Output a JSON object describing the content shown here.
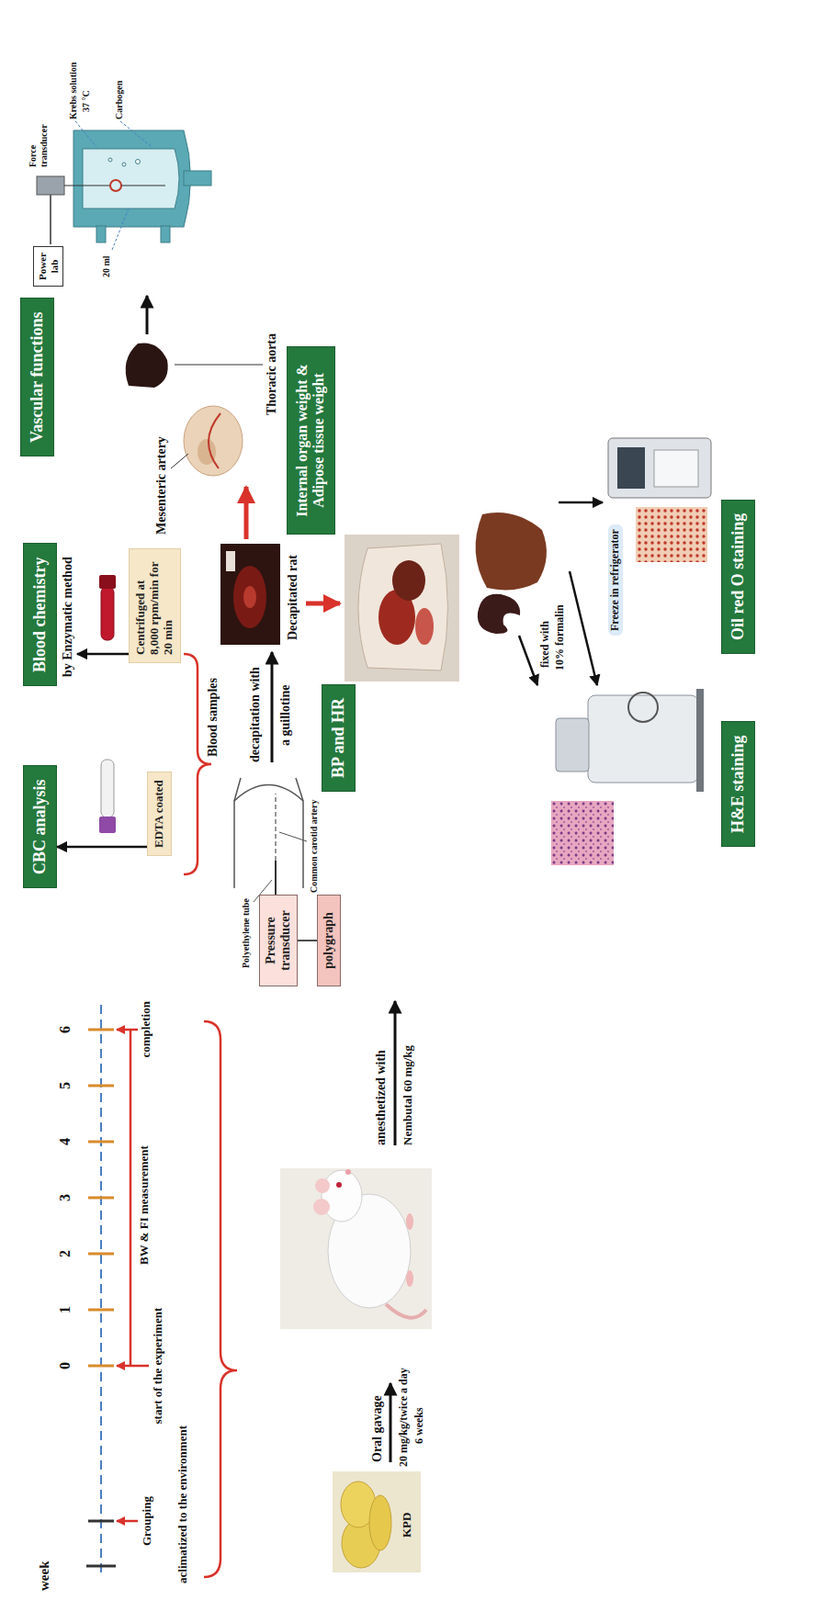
{
  "diagram": {
    "nodes": [
      {
        "text": [
          "CBC analysis"
        ]
      },
      {
        "text": [
          "Blood chemistry",
          "by Enzymatic method"
        ]
      },
      {
        "text": [
          "EDTA coated"
        ]
      },
      {
        "text": [
          "Centrifuged at 8,000 rpm/min for 20 min"
        ]
      },
      {
        "text": [
          "Pressure transducer"
        ]
      },
      {
        "text": [
          "polygraph"
        ]
      },
      {
        "text": [
          "BP and HR"
        ]
      },
      {
        "text": [
          "Vascular functions"
        ]
      },
      {
        "text": [
          "Power lab"
        ]
      },
      {
        "text": [
          "Internal organ weight & Adipose tissue weight"
        ]
      },
      {
        "text": [
          "H&E staining"
        ]
      },
      {
        "text": [
          "Oil red O staining"
        ]
      }
    ],
    "edges": [
      {
        "from": 2,
        "to": 0,
        "arrow": "to"
      },
      {
        "from": 3,
        "to": 1,
        "arrow": "to"
      },
      {
        "from": 4,
        "to": 5,
        "arrow": "none"
      }
    ],
    "labels": [
      "week",
      "0",
      "1",
      "2",
      "3",
      "4",
      "5",
      "6",
      "Grouping",
      "start of the experiment",
      "aclimatized to the environment",
      "BW & FI measurement",
      "completion",
      "KPD",
      "Oral gavage",
      "20 mg/kg/twice a day",
      "6 weeks",
      "anesthetized with",
      "Nembutal 60 mg/kg",
      "Polyethylene tube",
      "Common carotid artery",
      "Blood samples",
      "decapitation with",
      "a guillotine",
      "Decapitated rat",
      "Mesenteric artery",
      "Thoracic aorta",
      "Force transducer",
      "Krebs solution",
      "37 °C",
      "Carbogen",
      "20 ml",
      "fixed with",
      "10% formalin",
      "Freeze in refrigerator"
    ]
  }
}
